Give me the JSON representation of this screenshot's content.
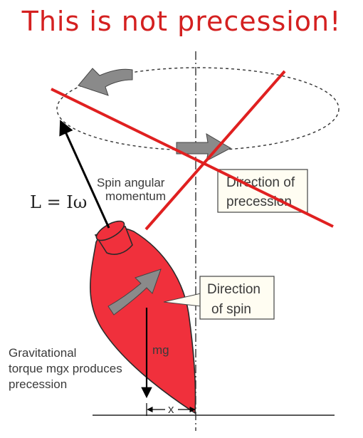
{
  "title": "This is not precession!",
  "labels": {
    "equation": "L = Iω",
    "spin_momentum_line1": "Spin angular",
    "spin_momentum_line2": "momentum",
    "precession_box_line1": "Direction of",
    "precession_box_line2": "precession",
    "spin_box_line1": "Direction",
    "spin_box_line2": "of spin",
    "torque_line1": "Gravitational",
    "torque_line2": "torque mgx produces",
    "torque_line3": "precession",
    "mg": "mg",
    "x": "x"
  },
  "colors": {
    "title": "#d42020",
    "strike": "#e02020",
    "top_body": "#f0303c",
    "arrow_fill": "#8a8a8a",
    "text": "#3a3a3a"
  }
}
